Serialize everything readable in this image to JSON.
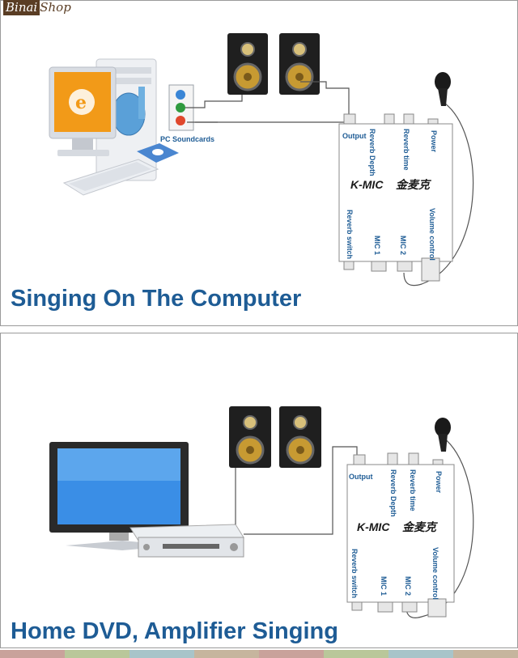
{
  "watermark": {
    "part1": "Binai",
    "part2": "Shop"
  },
  "panel1": {
    "caption": "Singing On The Computer",
    "soundcard_label": "PC Soundcards",
    "device": {
      "output": "Output",
      "reverb_depth": "Reverb Depth",
      "reverb_time": "Reverb time",
      "power": "Power",
      "brand": "K-MIC",
      "brand_cn": "金麦克",
      "reverb_switch": "Reverb switch",
      "mic1": "MIC 1",
      "mic2": "MIC 2",
      "volume_control": "Volume control"
    }
  },
  "panel2": {
    "caption": "Home DVD, Amplifier Singing",
    "device": {
      "output": "Output",
      "reverb_depth": "Reverb Depth",
      "reverb_time": "Reverb time",
      "power": "Power",
      "brand": "K-MIC",
      "brand_cn": "金麦克",
      "reverb_switch": "Reverb switch",
      "mic1": "MIC 1",
      "mic2": "MIC 2",
      "volume_control": "Volume control"
    }
  },
  "stripe_colors": [
    "#c9a29b",
    "#b9c79a",
    "#a8c4c9",
    "#c6b59e",
    "#c9a29b",
    "#b9c79a",
    "#a8c4c9",
    "#c6b59e"
  ]
}
